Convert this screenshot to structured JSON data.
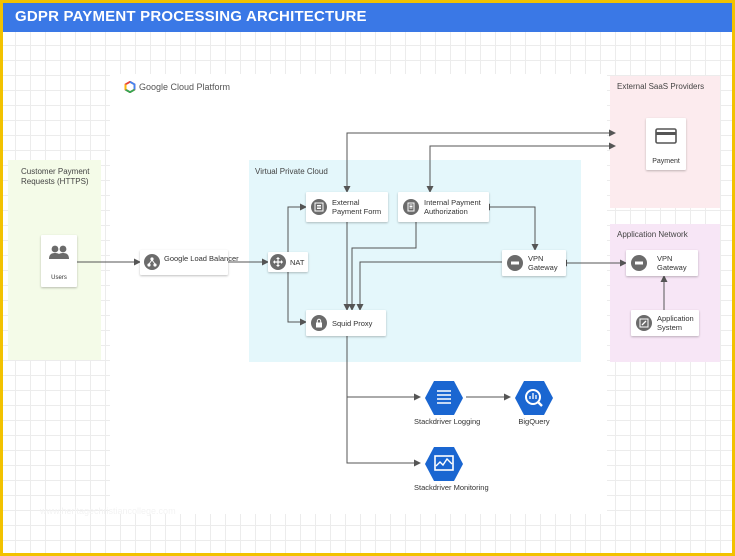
{
  "title": "GDPR PAYMENT PROCESSING ARCHITECTURE",
  "gcp_label": "Google Cloud Platform",
  "zones": {
    "requests": "Customer Payment Requests (HTTPS)",
    "vpc": "Virtual Private Cloud",
    "saas": "External SaaS Providers",
    "app_network": "Application Network"
  },
  "nodes": {
    "users": "Users",
    "load_balancer": "Google Load Balancer",
    "nat": "NAT",
    "external_form": "External Payment Form",
    "internal_auth": "Internal Payment Authorization",
    "vpn_vpc": "VPN Gateway",
    "squid": "Squid Proxy",
    "payment": "Payment",
    "vpn_app": "VPN Gateway",
    "application_system": "Application System",
    "logging": "Stackdriver Logging",
    "bigquery": "BigQuery",
    "monitoring": "Stackdriver Monitoring"
  },
  "watermark": "www.heritagechristiancollege.com",
  "colors": {
    "frame": "#f2c200",
    "title_bar": "#3a78e6",
    "requests_zone": "#f4fbe8",
    "vpc_zone": "#e4f7fb",
    "saas_zone": "#fcebee",
    "app_network_zone": "#f7e6f6",
    "hex_blue": "#1a66d1",
    "node_icon": "#6b6b6b",
    "edge": "#555555"
  }
}
